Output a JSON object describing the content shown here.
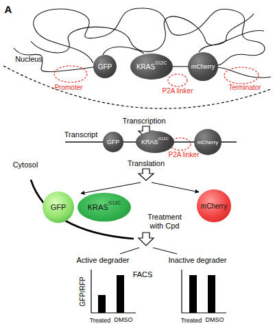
{
  "diagram": {
    "nodes": [
      {
        "text": [
          "GFP"
        ]
      },
      {
        "text": [
          "KRAS",
          "G12C"
        ]
      },
      {
        "text": [
          "mCherry"
        ]
      },
      {
        "text": [
          "GFP"
        ]
      },
      {
        "text": [
          "KRAS",
          "G12C"
        ]
      },
      {
        "text": [
          "mCherry"
        ]
      },
      {
        "text": [
          "GFP"
        ]
      },
      {
        "text": [
          "KRAS",
          "G12C"
        ]
      },
      {
        "text": [
          "mCherry"
        ]
      }
    ],
    "labels": [
      "A",
      "Nucleus",
      "Promoter",
      "P2A linker",
      "Terminator",
      "Transcription",
      "Transcript",
      "P2A linker",
      "Cytosol",
      "Translation",
      "Treatment with Cpd",
      "Active degrader",
      "Inactive degrader",
      "FACS",
      "GFP/RFP",
      "Treated",
      "DMSO",
      "Treated",
      "DMSO"
    ]
  }
}
